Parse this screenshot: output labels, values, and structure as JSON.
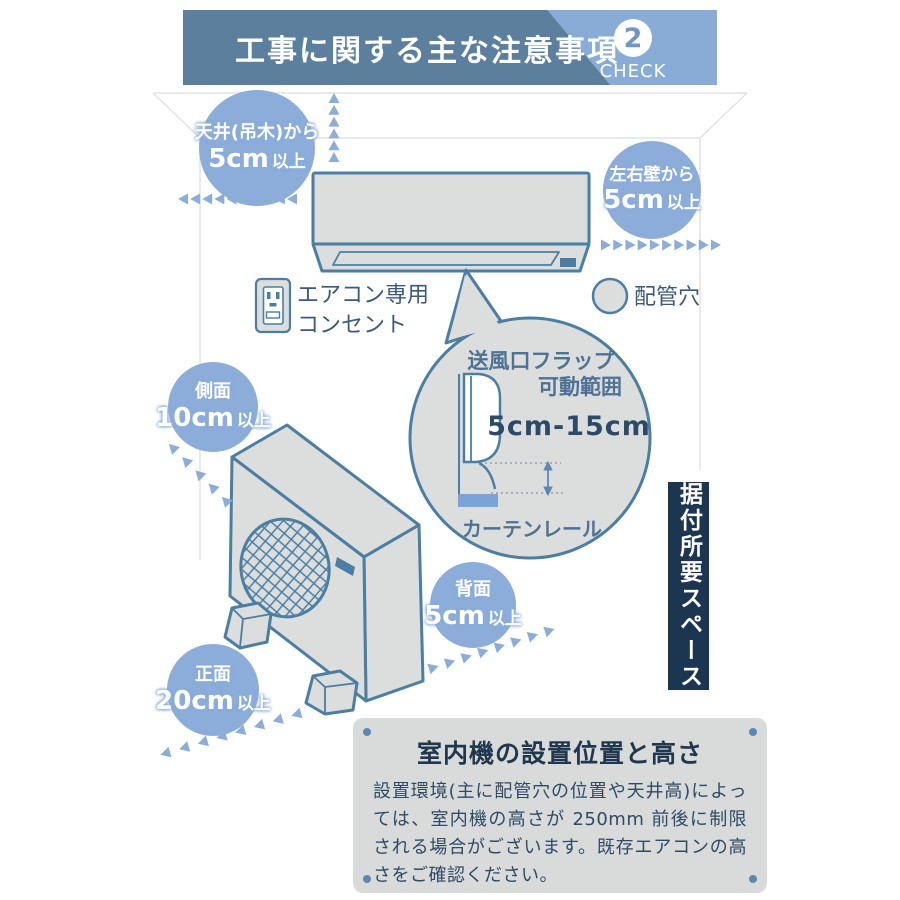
{
  "colors": {
    "header_dark": "#5c7f9e",
    "header_light": "#88acd6",
    "accent_blue": "#8cadda",
    "outline_blue": "#4a7ea3",
    "unit_gray": "#dcdedd",
    "navy": "#1c3551",
    "text_navy": "#2e4a66",
    "curtain_rail_blue": "#7ba3d9"
  },
  "header": {
    "title": "工事に関する主な注意事項",
    "badge_number": "2",
    "badge_label": "CHECK"
  },
  "labels": {
    "ceiling": {
      "line1": "天井(吊木)から",
      "value": "5cm",
      "suffix": "以上"
    },
    "side_walls": {
      "line1": "左右壁から",
      "value": "5cm",
      "suffix": "以上"
    },
    "outlet": {
      "line1": "エアコン専用",
      "line2": "コンセント"
    },
    "pipe_hole": "配管穴",
    "side": {
      "line1": "側面",
      "value": "10cm",
      "suffix": "以上"
    },
    "back": {
      "line1": "背面",
      "value": "5cm",
      "suffix": "以上"
    },
    "front": {
      "line1": "正面",
      "value": "20cm",
      "suffix": "以上"
    }
  },
  "balloon": {
    "line1": "送風口フラップ",
    "line2": "可動範囲",
    "range": "5cm-15cm",
    "caption": "カーテンレール"
  },
  "side_banner": "据付所要スペース",
  "info_box": {
    "title": "室内機の設置位置と高さ",
    "body": "設置環境(主に配管穴の位置や天井高)によっては、室内機の高さが 250mm 前後に制限される場合がございます。既存エアコンの高さをご確認ください。"
  },
  "icons": {
    "clearance_arrow": "small-triangle",
    "outlet_icon": "wall-outlet",
    "pipe_hole_icon": "circle"
  }
}
